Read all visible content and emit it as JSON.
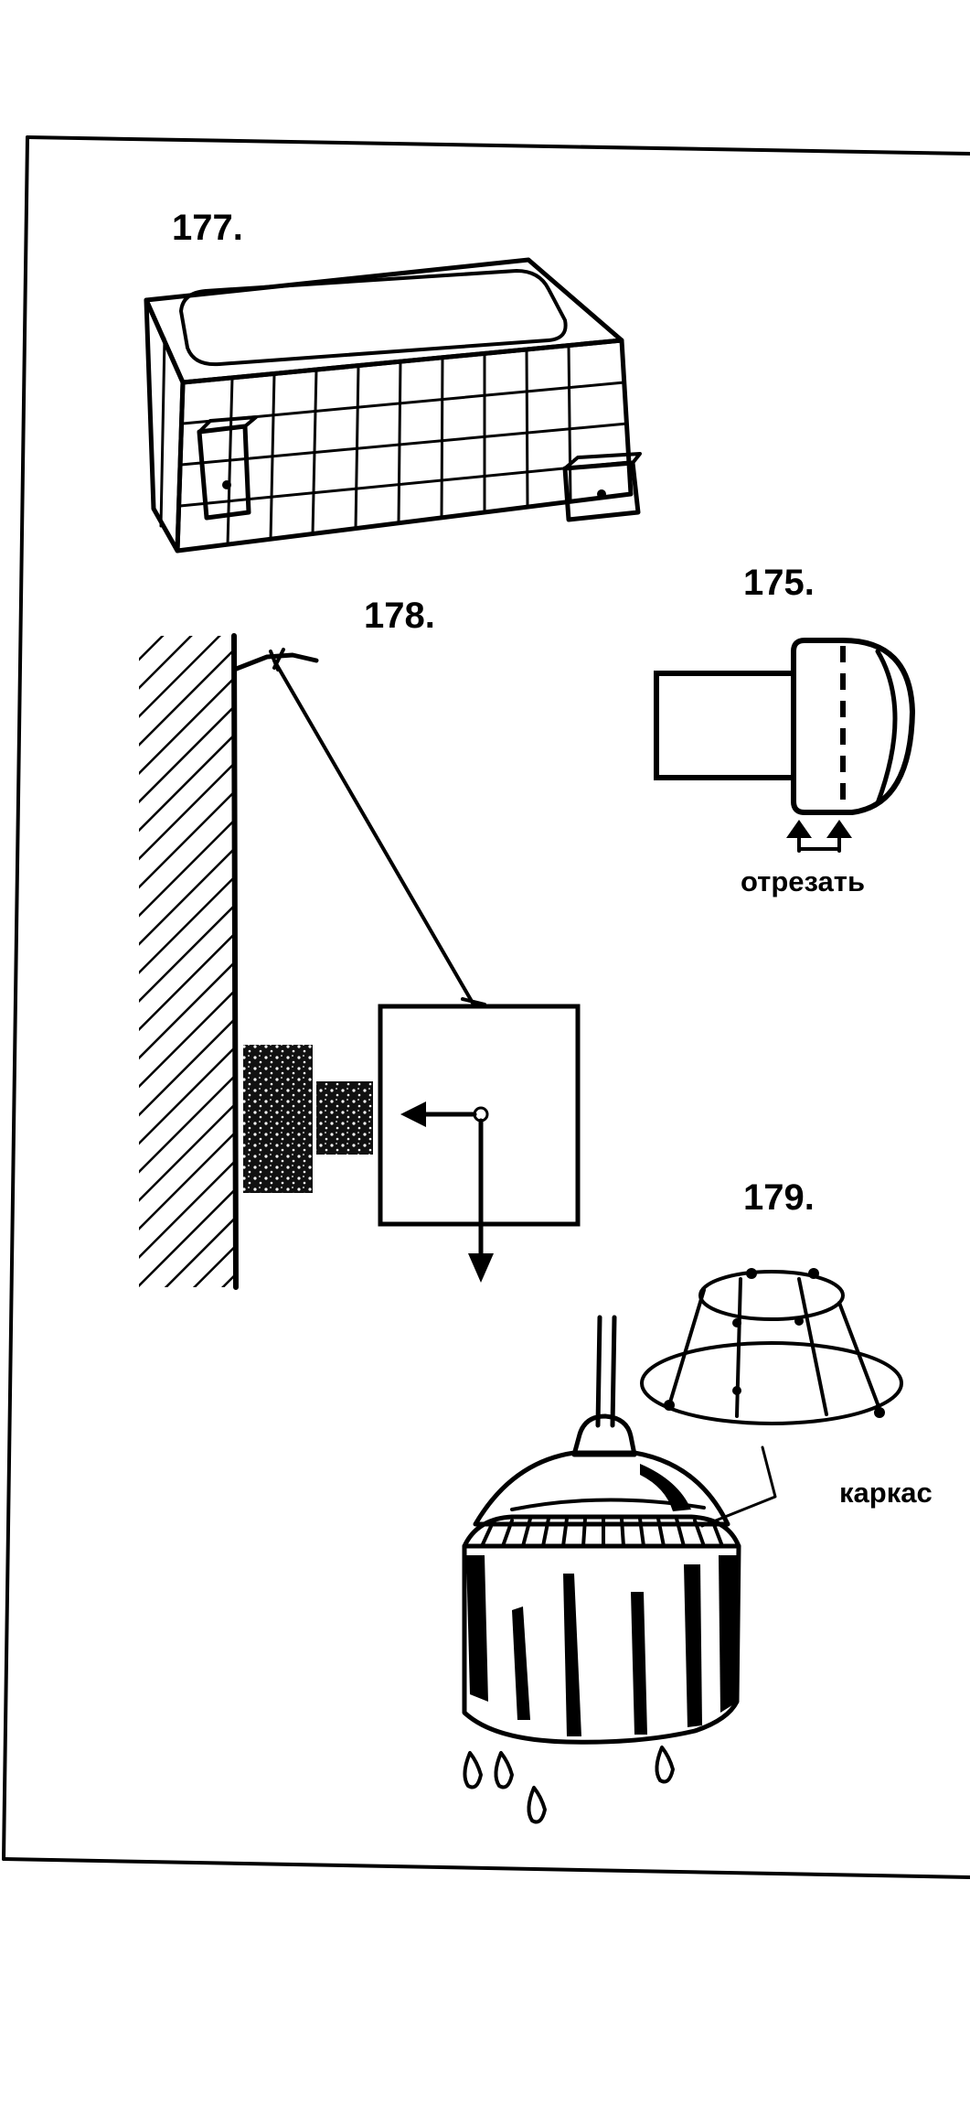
{
  "figures": {
    "fig177": {
      "label": "177."
    },
    "fig178": {
      "label": "178."
    },
    "fig175": {
      "label": "175.",
      "caption": "отрезать"
    },
    "fig179": {
      "label": "179.",
      "caption": "каркас"
    }
  },
  "colors": {
    "ink": "#000000",
    "paper": "#ffffff"
  }
}
